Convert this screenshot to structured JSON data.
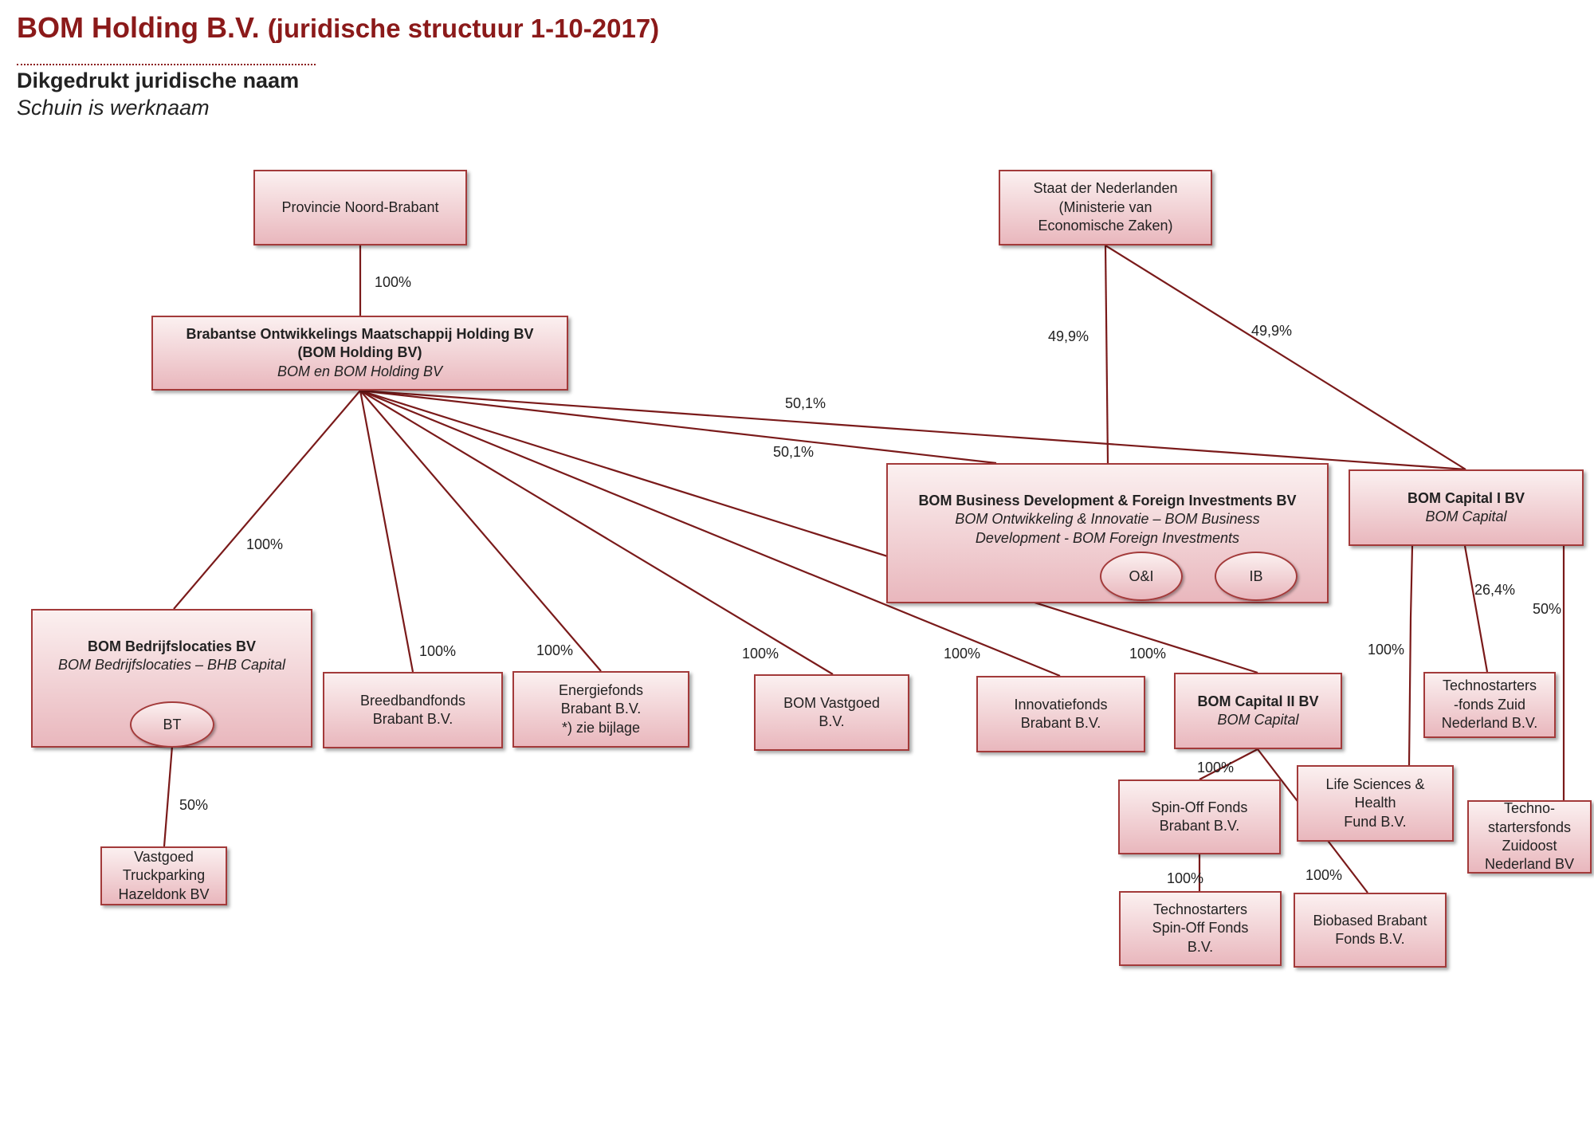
{
  "header": {
    "title": "BOM Holding B.V.",
    "subtitle": "(juridische structuur 1-10-2017)",
    "legend_bold": "Dikgedrukt juridische naam",
    "legend_italic": "Schuin is werknaam"
  },
  "colors": {
    "accent": "#8b1a1a",
    "border": "#a33a3a",
    "line": "#7a1a1a",
    "box_top": "#fbf0f0",
    "box_bottom": "#e9b7bd"
  },
  "nodes": {
    "provincie": {
      "name": "Provincie Noord-Brabant"
    },
    "staat": {
      "line1": "Staat der Nederlanden",
      "line2": "(Ministerie van",
      "line3": "Economische Zaken)"
    },
    "holding": {
      "legal1": "Brabantse Ontwikkelings Maatschappij Holding BV",
      "legal2": "(BOM Holding BV)",
      "work": "BOM en BOM Holding BV"
    },
    "bd": {
      "legal": "BOM Business Development & Foreign Investments BV",
      "work1": "BOM Ontwikkeling & Innovatie – BOM Business",
      "work2": "Development -  BOM Foreign Investments",
      "oval1": "O&I",
      "oval2": "IB"
    },
    "cap1": {
      "legal": "BOM Capital I BV",
      "work": "BOM Capital"
    },
    "bedrijfslocaties": {
      "legal": "BOM Bedrijfslocaties BV",
      "work": "BOM Bedrijfslocaties – BHB Capital",
      "oval": "BT"
    },
    "breedband": {
      "line1": "Breedbandfonds",
      "line2": "Brabant B.V."
    },
    "energie": {
      "line1": "Energiefonds",
      "line2": "Brabant B.V.",
      "line3": "*) zie bijlage"
    },
    "vastgoed": {
      "line1": "BOM Vastgoed",
      "line2": "B.V."
    },
    "innovatie": {
      "line1": "Innovatiefonds",
      "line2": "Brabant B.V."
    },
    "cap2": {
      "legal": "BOM Capital II BV",
      "work": "BOM Capital"
    },
    "techno_zuid": {
      "line1": "Technostarters",
      "line2": "-fonds Zuid",
      "line3": "Nederland B.V."
    },
    "lifesci": {
      "line1": "Life Sciences &",
      "line2": "Health",
      "line3": "Fund B.V."
    },
    "techno_zo": {
      "line1": "Techno-",
      "line2": "startersfonds",
      "line3": "Zuidoost",
      "line4": "Nederland BV"
    },
    "spinoff": {
      "line1": "Spin-Off Fonds",
      "line2": "Brabant B.V."
    },
    "techno_spin": {
      "line1": "Technostarters",
      "line2": "Spin-Off Fonds",
      "line3": "B.V."
    },
    "biobased": {
      "line1": "Biobased Brabant",
      "line2": "Fonds B.V."
    },
    "truckparking": {
      "line1": "Vastgoed",
      "line2": "Truckparking",
      "line3": "Hazeldonk BV"
    }
  },
  "edges": {
    "prov_holding": "100%",
    "staat_bd": "49,9%",
    "staat_cap1": "49,9%",
    "holding_cap1": "50,1%",
    "holding_bd": "50,1%",
    "holding_bedrijfslocaties": "100%",
    "holding_breedband": "100%",
    "holding_energie": "100%",
    "holding_vastgoed": "100%",
    "holding_innovatie": "100%",
    "holding_cap2": "100%",
    "cap1_lifesci": "100%",
    "cap1_techno_zuid": "26,4%",
    "cap1_techno_zo": "50%",
    "cap2_spinoff": "100%",
    "cap2_biobased": "100%",
    "spinoff_techno_spin": "100%",
    "bt_truckparking": "50%"
  }
}
